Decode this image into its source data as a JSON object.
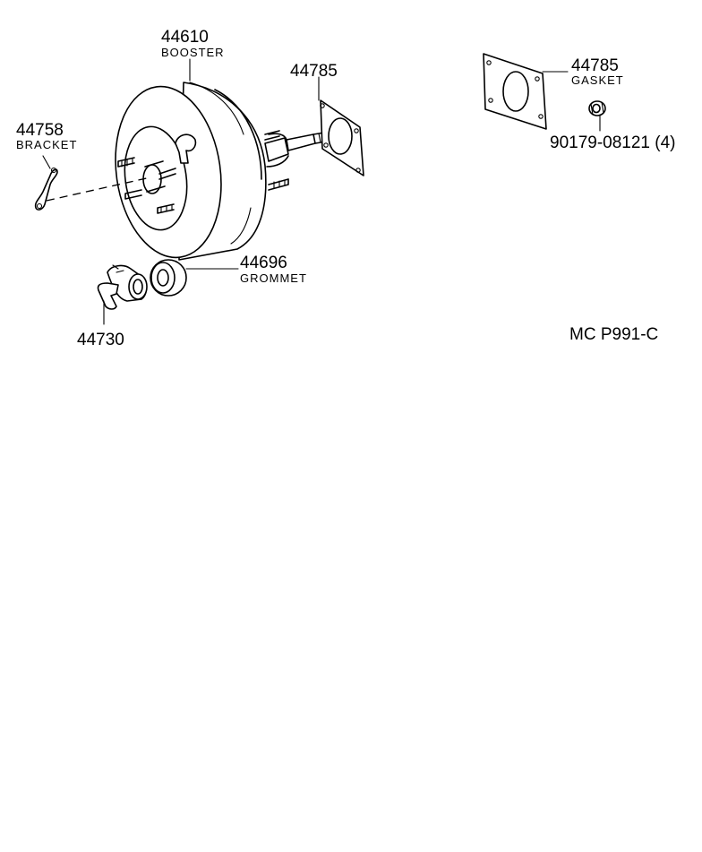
{
  "parts": {
    "booster": {
      "number": "44610",
      "name": "BOOSTER"
    },
    "gasket_left": {
      "number": "44785"
    },
    "bracket": {
      "number": "44758",
      "name": "BRACKET"
    },
    "grommet": {
      "number": "44696",
      "name": "GROMMET"
    },
    "check_valve": {
      "number": "44730"
    },
    "gasket_right": {
      "number": "44785",
      "name": "GASKET"
    },
    "nut": {
      "number": "90179-08121",
      "qty": "(4)"
    }
  },
  "diagram_code": "MC P991-C"
}
